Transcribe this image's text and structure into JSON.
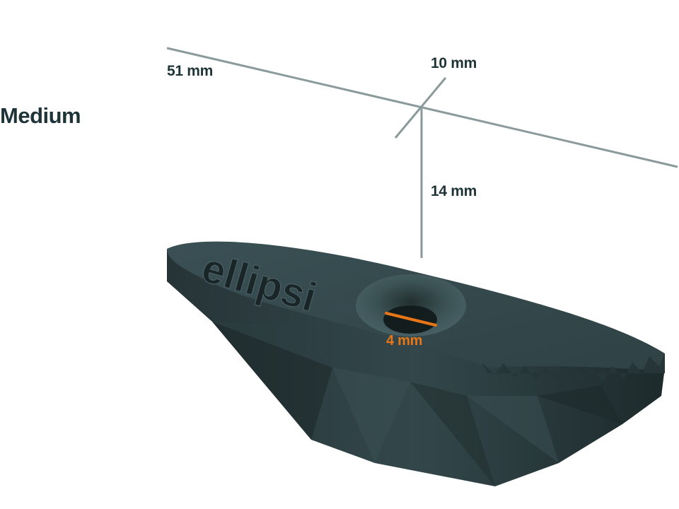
{
  "size_label": "Medium",
  "dimensions": {
    "length": "51 mm",
    "depth": "10 mm",
    "height": "14 mm",
    "hole": "4 mm"
  },
  "product": {
    "engraving": "ellipsi"
  },
  "colors": {
    "text": "#1f3438",
    "guide_line": "#8a9a9b",
    "hole_marker": "#e87617",
    "body_top": "#34484c",
    "body_side": "#2b3b3e",
    "body_dark": "#1e2c2e"
  }
}
